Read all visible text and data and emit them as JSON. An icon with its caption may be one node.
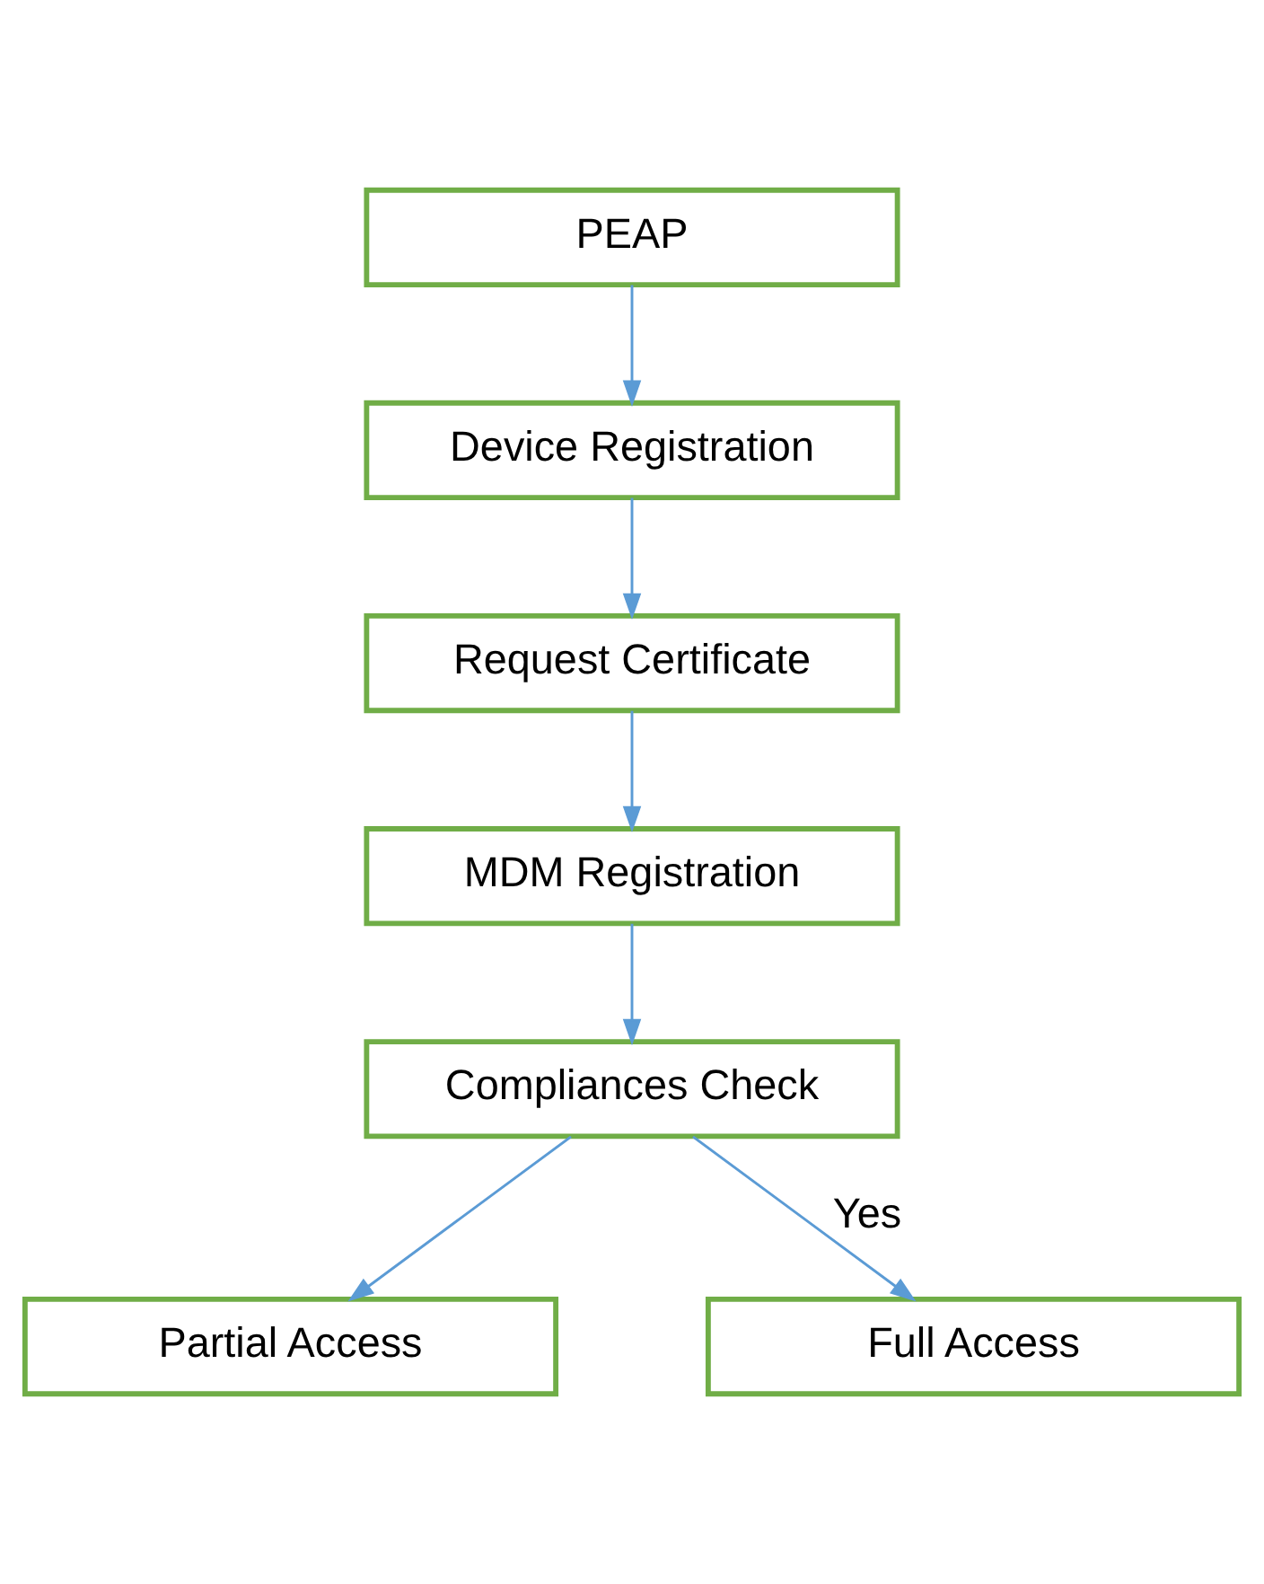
{
  "diagram": {
    "nodes": [
      {
        "text": [
          "PEAP"
        ]
      },
      {
        "text": [
          "Device Registration"
        ]
      },
      {
        "text": [
          "Request Certificate"
        ]
      },
      {
        "text": [
          "MDM Registration"
        ]
      },
      {
        "text": [
          "Compliances Check"
        ]
      },
      {
        "text": [
          "Partial Access"
        ]
      },
      {
        "text": [
          "Full Access"
        ]
      }
    ],
    "edges": [
      {
        "from": 0,
        "to": 1,
        "arrow": "to"
      },
      {
        "from": 1,
        "to": 2,
        "arrow": "to"
      },
      {
        "from": 2,
        "to": 3,
        "arrow": "to"
      },
      {
        "from": 3,
        "to": 4,
        "arrow": "to"
      },
      {
        "from": 4,
        "to": 5,
        "arrow": "to"
      },
      {
        "from": 4,
        "to": 6,
        "arrow": "to",
        "label": "Yes"
      }
    ]
  }
}
